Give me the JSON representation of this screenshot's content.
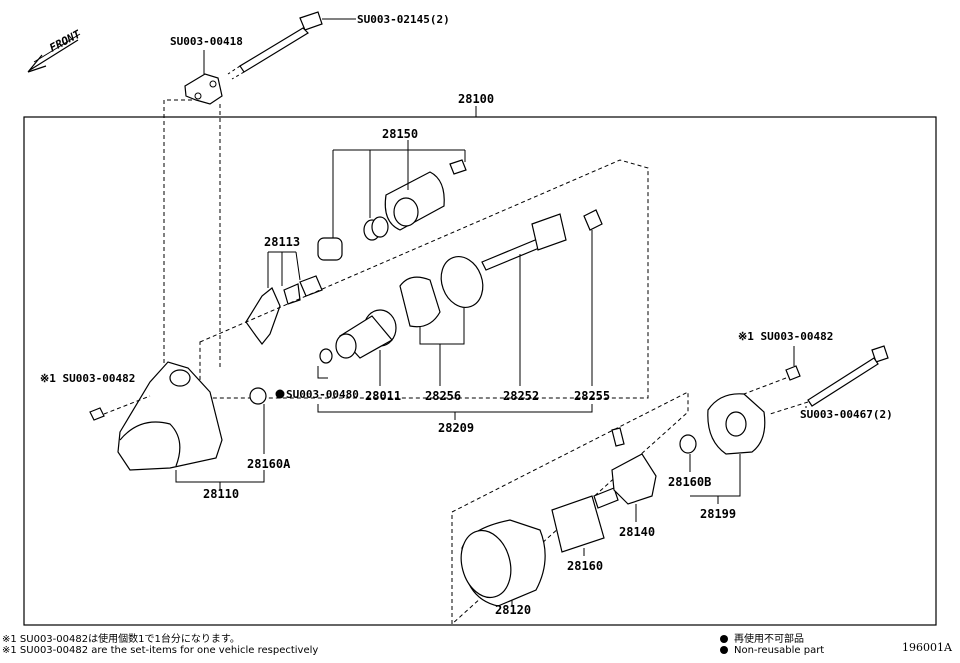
{
  "front_label": "FRONT",
  "assembly": "28100",
  "callouts": {
    "c28150": "28150",
    "c28113": "28113",
    "c28011": "28011",
    "c28256": "28256",
    "c28252": "28252",
    "c28255": "28255",
    "c28209": "28209",
    "c28160A": "28160A",
    "c28110": "28110",
    "c28120": "28120",
    "c28160": "28160",
    "c28140": "28140",
    "c28160B": "28160B",
    "c28199": "28199",
    "su00418": "SU003-00418",
    "su02145": "SU003-02145(2)",
    "su00482_left": "※1 SU003-00482",
    "su00480": "SU003-00480",
    "su00482_right": "※1 SU003-00482",
    "su00467": "SU003-00467(2)"
  },
  "footnotes": {
    "note_jp": "※1  SU003-00482は使用個数1で1台分になります。",
    "note_en": "※1  SU003-00482 are the set-items for one vehicle respectively"
  },
  "legend": {
    "jp": "再使用不可部品",
    "en": "Non-reusable part"
  },
  "figure_id": "196001A"
}
